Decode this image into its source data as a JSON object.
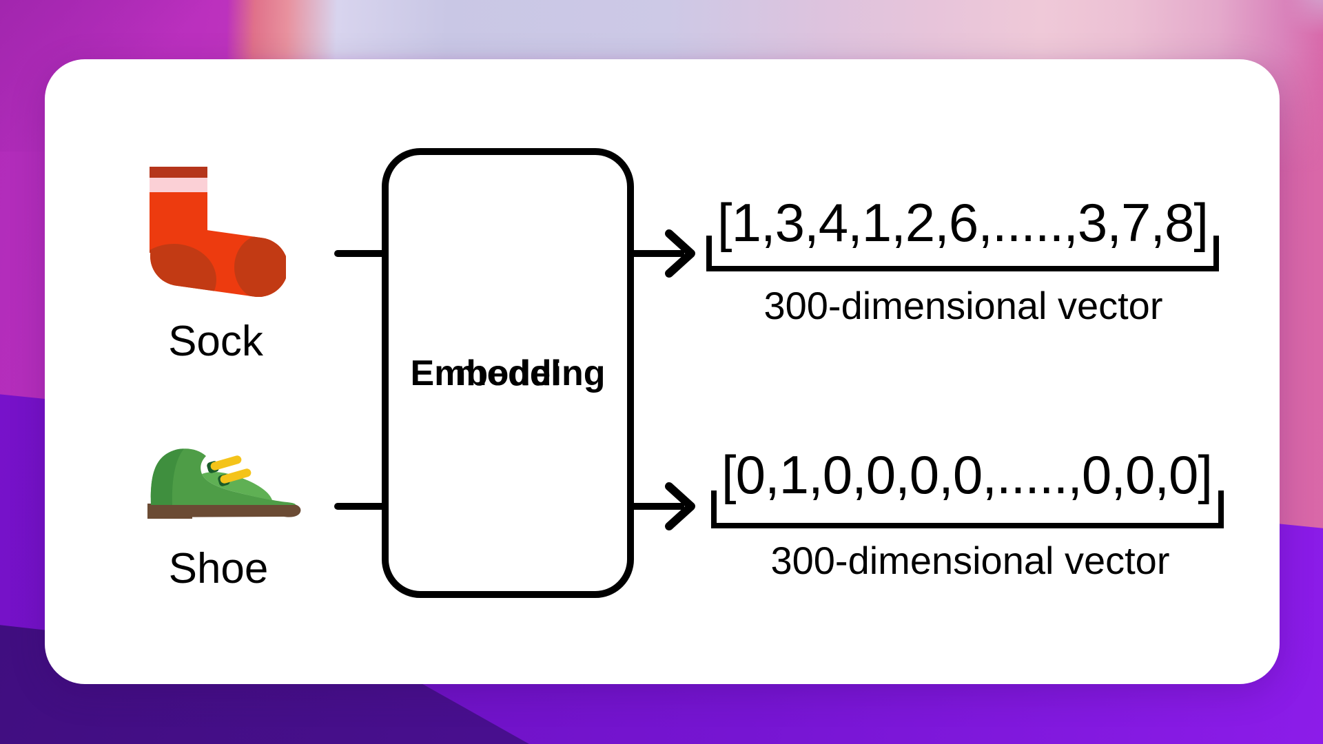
{
  "diagram": {
    "inputs": [
      {
        "label": "Sock",
        "icon": "sock-icon"
      },
      {
        "label": "Shoe",
        "icon": "shoe-icon"
      }
    ],
    "model": {
      "line1": "Embedding",
      "line2": "model"
    },
    "outputs": [
      {
        "vector": "[1,3,4,1,2,6,.....,3,7,8]",
        "caption": "300-dimensional vector"
      },
      {
        "vector": "[0,1,0,0,0,0,.....,0,0,0]",
        "caption": "300-dimensional vector"
      }
    ]
  },
  "colors": {
    "card_bg": "#ffffff",
    "diagram_stroke": "#000000",
    "sock_main": "#ED3B0F",
    "sock_shadow": "#C23A14",
    "sock_cuff": "#B5351B",
    "sock_stripe": "#FBD0D6",
    "shoe_green": "#4E9D47",
    "shoe_green_light": "#5FB054",
    "shoe_green_dark": "#3F8F3E",
    "shoe_sole": "#6B4B34",
    "shoe_lace_yellow": "#F4C31A",
    "shoe_lace_slot": "#1A5C2A",
    "wallpaper_magenta": "#B02CBA",
    "wallpaper_pink": "#D968A8",
    "wallpaper_lavender": "#C9C7E5",
    "wallpaper_violet": "#8C1CE9",
    "wallpaper_indigo": "#470F8C"
  }
}
